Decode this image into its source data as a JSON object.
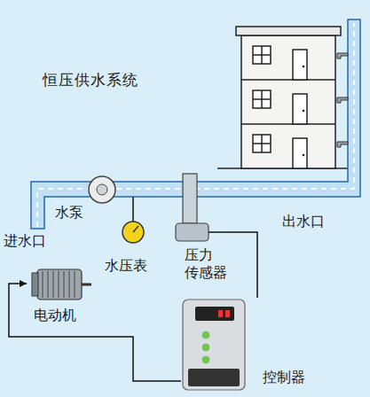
{
  "diagram": {
    "title": "恒压供水系统",
    "nodes": [
      {
        "text": [
          "水泵"
        ]
      },
      {
        "text": [
          "电动机"
        ]
      },
      {
        "text": [
          "水压表"
        ]
      },
      {
        "text": [
          "压力 传感器"
        ]
      },
      {
        "text": [
          "控制器"
        ]
      }
    ],
    "edges": [
      {
        "from": 3,
        "to": 4,
        "arrow": "none"
      },
      {
        "from": 4,
        "to": 1,
        "arrow": "to"
      }
    ],
    "labels": [
      "进水口",
      "出水口"
    ]
  }
}
